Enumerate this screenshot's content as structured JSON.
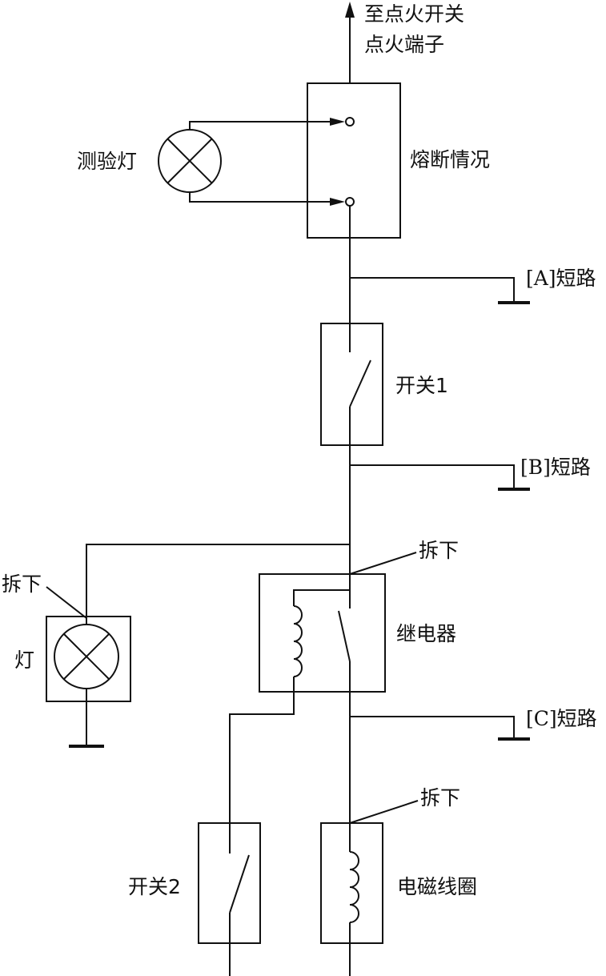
{
  "labels": {
    "to_ignition_line1": "至点火开关",
    "to_ignition_line2": "点火端子",
    "test_lamp": "测验灯",
    "fuse_condition": "熔断情况",
    "short_a": "[A]短路",
    "switch1": "开关1",
    "short_b": "[B]短路",
    "remove_top": "拆下",
    "remove_left": "拆下",
    "lamp": "灯",
    "relay": "继电器",
    "short_c": "[C]短路",
    "remove_bottom": "拆下",
    "switch2": "开关2",
    "solenoid": "电磁线圈"
  }
}
